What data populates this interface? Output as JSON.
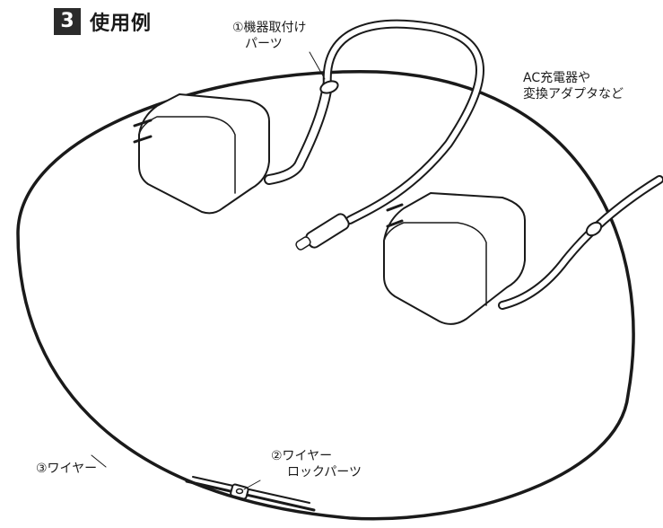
{
  "header": {
    "number": "3",
    "title": "使用例"
  },
  "labels": {
    "mount_part_line1": "①機器取付け",
    "mount_part_line2": "パーツ",
    "charger_line1": "AC充電器や",
    "charger_line2": "変換アダプタなど",
    "wire_lock_line1": "②ワイヤー",
    "wire_lock_line2": "ロックパーツ",
    "wire": "③ワイヤー"
  },
  "colors": {
    "line": "#1a1a1a",
    "badge_bg": "#2b2b2b",
    "badge_text": "#ffffff"
  }
}
